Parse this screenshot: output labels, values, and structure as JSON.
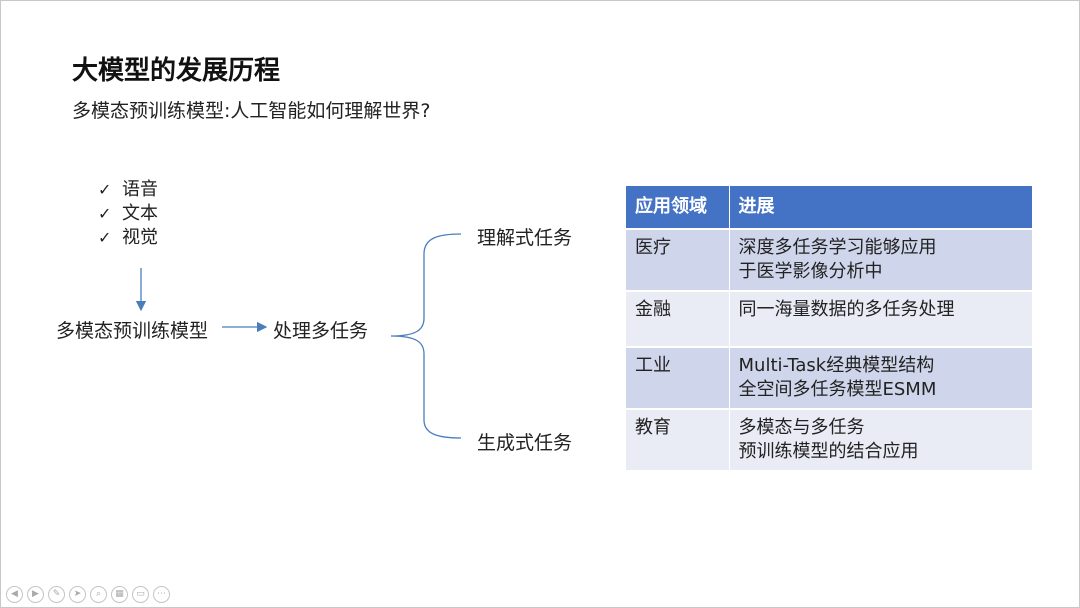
{
  "slide": {
    "title": "大模型的发展历程",
    "subtitle": "多模态预训练模型:人工智能如何理解世界?"
  },
  "modalities": [
    {
      "check": "✓",
      "label": "语音"
    },
    {
      "check": "✓",
      "label": "文本"
    },
    {
      "check": "✓",
      "label": "视觉"
    }
  ],
  "flow": {
    "pretrain_model": "多模态预训练模型",
    "multitask": "处理多任务",
    "understanding_task": "理解式任务",
    "generative_task": "生成式任务"
  },
  "table": {
    "headers": [
      "应用领域",
      "进展"
    ],
    "rows": [
      {
        "domain": "医疗",
        "progress_lines": [
          "深度多任务学习能够应用",
          "于医学影像分析中"
        ]
      },
      {
        "domain": "金融",
        "progress_lines": [
          "同一海量数据的多任务处理",
          ""
        ]
      },
      {
        "domain": "工业",
        "progress_lines": [
          "Multi-Task经典模型结构",
          "全空间多任务模型ESMM"
        ]
      },
      {
        "domain": "教育",
        "progress_lines": [
          "多模态与多任务",
          "预训练模型的结合应用"
        ]
      }
    ]
  },
  "colors": {
    "header_bg": "#4472c4",
    "row_dark": "#cfd5ea",
    "row_light": "#e9ebf5",
    "connector": "#4a7ebb"
  },
  "nav_icons": [
    "prev-icon",
    "next-icon",
    "pen-icon",
    "pointer-icon",
    "zoom-icon",
    "slides-icon",
    "screen-icon",
    "more-icon"
  ]
}
